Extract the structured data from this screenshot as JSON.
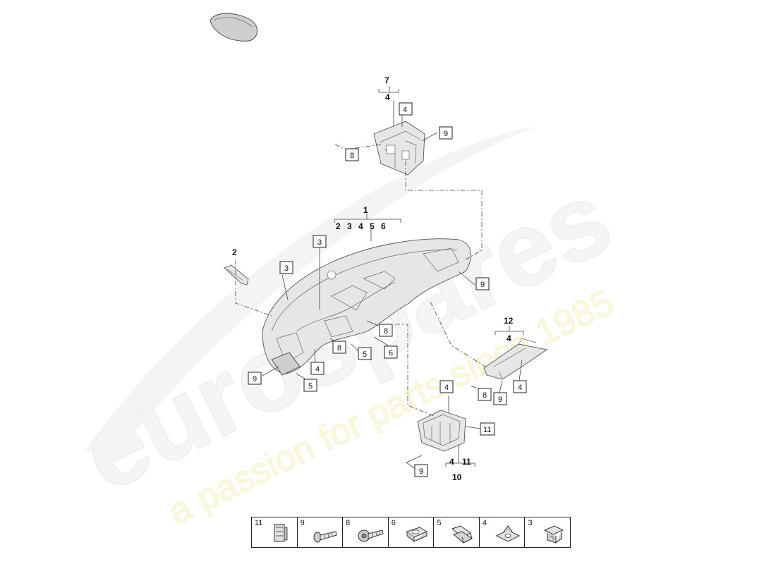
{
  "watermark": {
    "brand": "eurospares",
    "tagline": "a passion for parts since 1985"
  },
  "diagram": {
    "group_labels": [
      {
        "id": "g7",
        "text": "7"
      },
      {
        "id": "g7sub",
        "text": "4"
      },
      {
        "id": "g1",
        "text": "1"
      },
      {
        "id": "g1sub",
        "text": "2 3 4 5 6"
      },
      {
        "id": "g2",
        "text": "2"
      },
      {
        "id": "g12",
        "text": "12"
      },
      {
        "id": "g12sub",
        "text": "4"
      },
      {
        "id": "g10sub",
        "text": "4 11"
      },
      {
        "id": "g10",
        "text": "10"
      }
    ],
    "callouts": [
      {
        "id": "c4a",
        "text": "4"
      },
      {
        "id": "c9a",
        "text": "9"
      },
      {
        "id": "c8a",
        "text": "8"
      },
      {
        "id": "c3a",
        "text": "3"
      },
      {
        "id": "c3b",
        "text": "3"
      },
      {
        "id": "c9b",
        "text": "9"
      },
      {
        "id": "c8b",
        "text": "8"
      },
      {
        "id": "c8c",
        "text": "8"
      },
      {
        "id": "c5a",
        "text": "5"
      },
      {
        "id": "c6a",
        "text": "6"
      },
      {
        "id": "c4b",
        "text": "4"
      },
      {
        "id": "c9c",
        "text": "9"
      },
      {
        "id": "c5b",
        "text": "5"
      },
      {
        "id": "c4c",
        "text": "4"
      },
      {
        "id": "c8d",
        "text": "8"
      },
      {
        "id": "c9d",
        "text": "9"
      },
      {
        "id": "c4d",
        "text": "4"
      },
      {
        "id": "c11a",
        "text": "11"
      },
      {
        "id": "c9e",
        "text": "9"
      }
    ]
  },
  "legend": [
    {
      "number": "11",
      "icon": "clip-bracket-icon"
    },
    {
      "number": "9",
      "icon": "bolt-icon"
    },
    {
      "number": "8",
      "icon": "flange-screw-icon"
    },
    {
      "number": "6",
      "icon": "spring-clip-icon"
    },
    {
      "number": "5",
      "icon": "clip-icon"
    },
    {
      "number": "4",
      "icon": "nut-clip-icon"
    },
    {
      "number": "3",
      "icon": "retaining-clip-icon"
    }
  ]
}
